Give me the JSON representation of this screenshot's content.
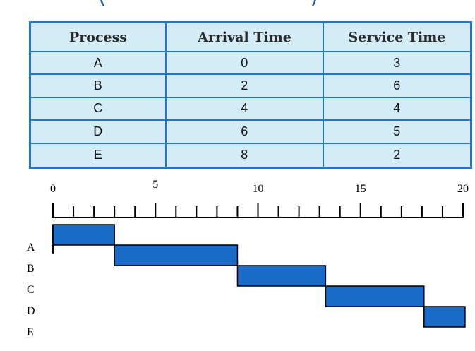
{
  "header_clip": {
    "left_paren": "(",
    "right_paren": ")"
  },
  "table": {
    "headers": [
      "Process",
      "Arrival Time",
      "Service Time"
    ],
    "rows": [
      [
        "A",
        "0",
        "3"
      ],
      [
        "B",
        "2",
        "6"
      ],
      [
        "C",
        "4",
        "4"
      ],
      [
        "D",
        "6",
        "5"
      ],
      [
        "E",
        "8",
        "2"
      ]
    ]
  },
  "chart_data": {
    "type": "gantt",
    "x_ticks": [
      0,
      5,
      10,
      15,
      20
    ],
    "x_min": 0,
    "x_max": 20,
    "minor_tick_step": 1,
    "row_labels": [
      "A",
      "B",
      "C",
      "D",
      "E"
    ],
    "bars": [
      {
        "process": "A",
        "start": 0,
        "end": 3
      },
      {
        "process": "B",
        "start": 3,
        "end": 9
      },
      {
        "process": "C",
        "start": 9,
        "end": 13.3
      },
      {
        "process": "D",
        "start": 13.3,
        "end": 18.1
      },
      {
        "process": "E",
        "start": 18.1,
        "end": 20.1
      }
    ],
    "bar_color": "#1a6ac8"
  }
}
